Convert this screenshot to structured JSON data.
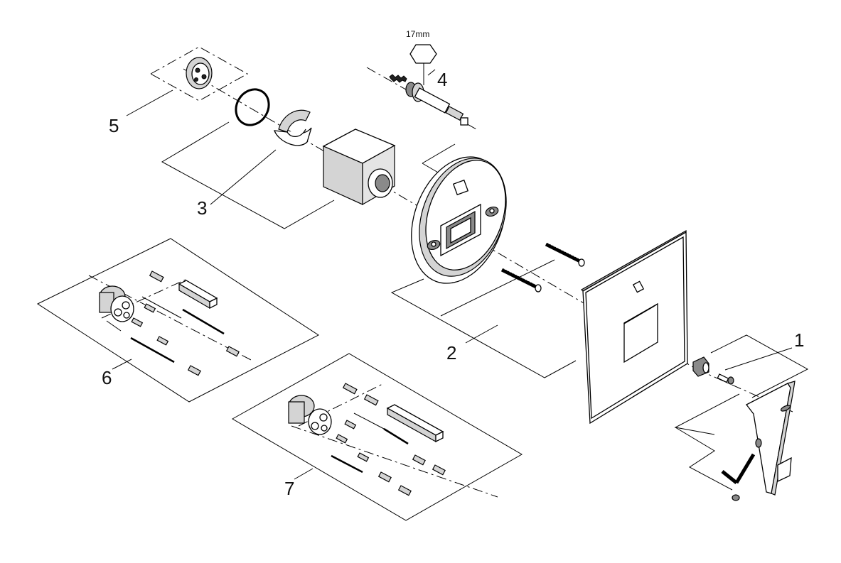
{
  "diagram": {
    "callouts": [
      {
        "id": "1",
        "label": "1"
      },
      {
        "id": "2",
        "label": "2"
      },
      {
        "id": "3",
        "label": "3"
      },
      {
        "id": "4",
        "label": "4"
      },
      {
        "id": "5",
        "label": "5"
      },
      {
        "id": "6",
        "label": "6"
      },
      {
        "id": "7",
        "label": "7"
      }
    ],
    "wrench_size": "17mm"
  }
}
